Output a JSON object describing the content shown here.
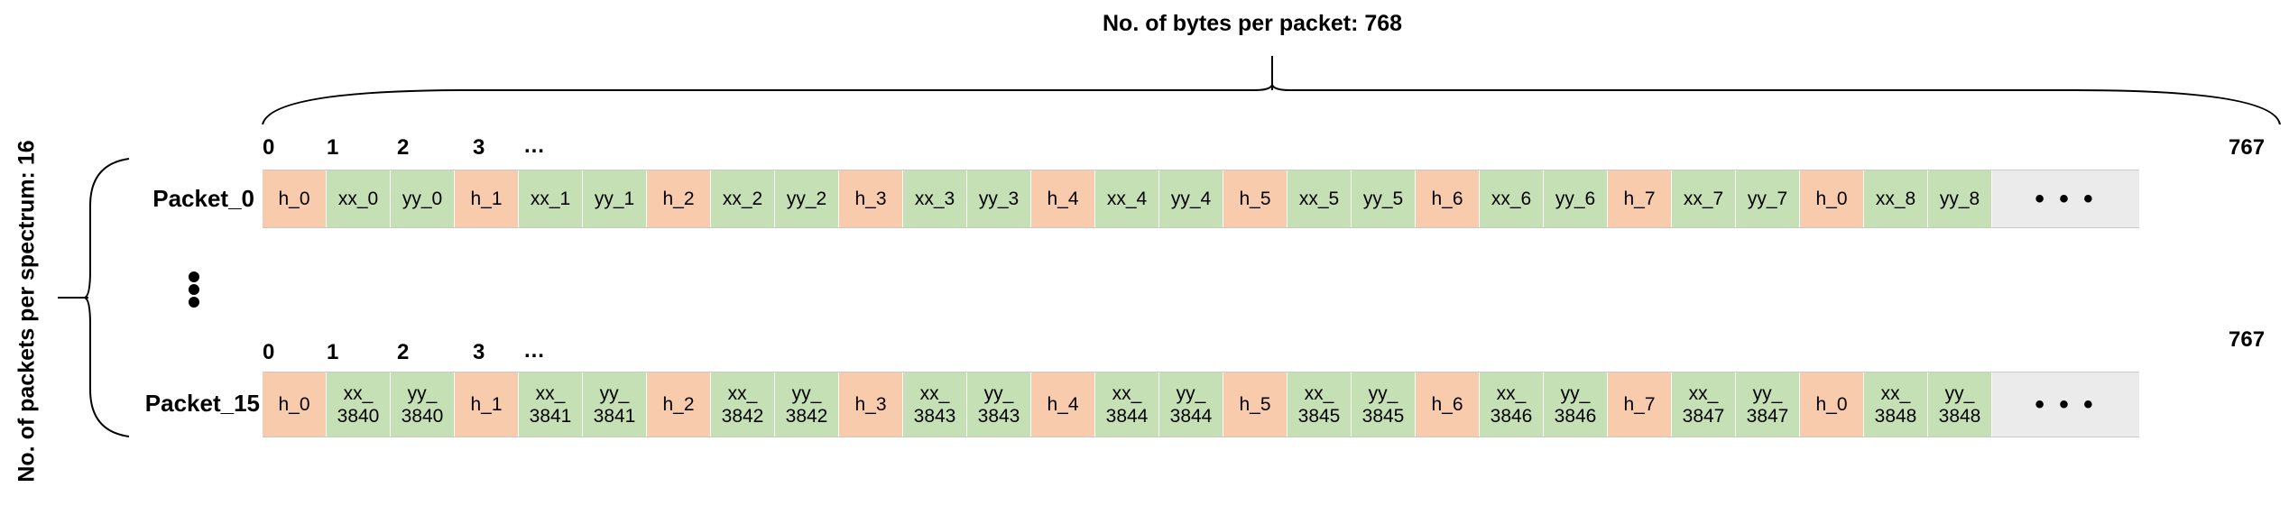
{
  "title": "No. of bytes per packet: 768",
  "side_label": "No. of packets per spectrum: 16",
  "vertical_ellipsis": "•\n•\n•",
  "packets": [
    {
      "name": "Packet_0",
      "index_labels": [
        "0",
        "1",
        "2",
        "3",
        "…",
        "767"
      ],
      "cells": [
        {
          "kind": "h",
          "text": "h_0"
        },
        {
          "kind": "d",
          "text": "xx_0"
        },
        {
          "kind": "d",
          "text": "yy_0"
        },
        {
          "kind": "h",
          "text": "h_1"
        },
        {
          "kind": "d",
          "text": "xx_1"
        },
        {
          "kind": "d",
          "text": "yy_1"
        },
        {
          "kind": "h",
          "text": "h_2"
        },
        {
          "kind": "d",
          "text": "xx_2"
        },
        {
          "kind": "d",
          "text": "yy_2"
        },
        {
          "kind": "h",
          "text": "h_3"
        },
        {
          "kind": "d",
          "text": "xx_3"
        },
        {
          "kind": "d",
          "text": "yy_3"
        },
        {
          "kind": "h",
          "text": "h_4"
        },
        {
          "kind": "d",
          "text": "xx_4"
        },
        {
          "kind": "d",
          "text": "yy_4"
        },
        {
          "kind": "h",
          "text": "h_5"
        },
        {
          "kind": "d",
          "text": "xx_5"
        },
        {
          "kind": "d",
          "text": "yy_5"
        },
        {
          "kind": "h",
          "text": "h_6"
        },
        {
          "kind": "d",
          "text": "xx_6"
        },
        {
          "kind": "d",
          "text": "yy_6"
        },
        {
          "kind": "h",
          "text": "h_7"
        },
        {
          "kind": "d",
          "text": "xx_7"
        },
        {
          "kind": "d",
          "text": "yy_7"
        },
        {
          "kind": "h",
          "text": "h_0"
        },
        {
          "kind": "d",
          "text": "xx_8"
        },
        {
          "kind": "d",
          "text": "yy_8"
        }
      ],
      "more": "• • •"
    },
    {
      "name": "Packet_15",
      "index_labels": [
        "0",
        "1",
        "2",
        "3",
        "…",
        "767"
      ],
      "cells": [
        {
          "kind": "h",
          "text": "h_0"
        },
        {
          "kind": "d",
          "text": "xx_\n3840"
        },
        {
          "kind": "d",
          "text": "yy_\n3840"
        },
        {
          "kind": "h",
          "text": "h_1"
        },
        {
          "kind": "d",
          "text": "xx_\n3841"
        },
        {
          "kind": "d",
          "text": "yy_\n3841"
        },
        {
          "kind": "h",
          "text": "h_2"
        },
        {
          "kind": "d",
          "text": "xx_\n3842"
        },
        {
          "kind": "d",
          "text": "yy_\n3842"
        },
        {
          "kind": "h",
          "text": "h_3"
        },
        {
          "kind": "d",
          "text": "xx_\n3843"
        },
        {
          "kind": "d",
          "text": "yy_\n3843"
        },
        {
          "kind": "h",
          "text": "h_4"
        },
        {
          "kind": "d",
          "text": "xx_\n3844"
        },
        {
          "kind": "d",
          "text": "yy_\n3844"
        },
        {
          "kind": "h",
          "text": "h_5"
        },
        {
          "kind": "d",
          "text": "xx_\n3845"
        },
        {
          "kind": "d",
          "text": "yy_\n3845"
        },
        {
          "kind": "h",
          "text": "h_6"
        },
        {
          "kind": "d",
          "text": "xx_\n3846"
        },
        {
          "kind": "d",
          "text": "yy_\n3846"
        },
        {
          "kind": "h",
          "text": "h_7"
        },
        {
          "kind": "d",
          "text": "xx_\n3847"
        },
        {
          "kind": "d",
          "text": "yy_\n3847"
        },
        {
          "kind": "h",
          "text": "h_0"
        },
        {
          "kind": "d",
          "text": "xx_\n3848"
        },
        {
          "kind": "d",
          "text": "yy_\n3848"
        }
      ],
      "more": "• • •"
    }
  ],
  "colors": {
    "header_cell": "#f8cbad",
    "data_cell": "#c5e0b4",
    "more_cell": "#ebebeb"
  }
}
